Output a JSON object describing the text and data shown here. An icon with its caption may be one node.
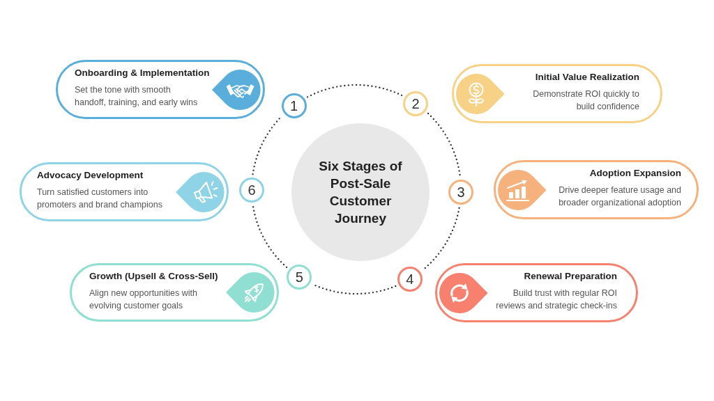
{
  "diagram": {
    "nodes": [
      {
        "text": [
          "Six Stages of Post-Sale Customer Journey"
        ]
      },
      {
        "text": [
          "1"
        ]
      },
      {
        "text": [
          "Onboarding & Implementation",
          "Set the tone with smooth handoff, training, and early wins"
        ]
      },
      {
        "text": [
          "2"
        ]
      },
      {
        "text": [
          "Initial Value Realization",
          "Demonstrate ROI quickly to build confidence"
        ]
      },
      {
        "text": [
          "3"
        ]
      },
      {
        "text": [
          "Adoption Expansion",
          "Drive deeper feature usage and broader organizational adoption"
        ]
      },
      {
        "text": [
          "4"
        ]
      },
      {
        "text": [
          "Renewal Preparation",
          "Build trust with regular ROI reviews and strategic check-ins"
        ]
      },
      {
        "text": [
          "5"
        ]
      },
      {
        "text": [
          "Growth (Upsell & Cross-Sell)",
          "Align new opportunities with evolving customer goals"
        ]
      },
      {
        "text": [
          "6"
        ]
      },
      {
        "text": [
          "Advocacy Development",
          "Turn satisfied customers into promoters and brand champions"
        ]
      }
    ],
    "edges": [
      {
        "from": 1,
        "to": 3,
        "arrow": "none",
        "style": "dashed"
      },
      {
        "from": 3,
        "to": 5,
        "arrow": "none",
        "style": "dashed"
      },
      {
        "from": 5,
        "to": 7,
        "arrow": "none",
        "style": "dashed"
      },
      {
        "from": 7,
        "to": 9,
        "arrow": "none",
        "style": "dashed"
      },
      {
        "from": 9,
        "to": 11,
        "arrow": "none",
        "style": "dashed"
      },
      {
        "from": 11,
        "to": 1,
        "arrow": "none",
        "style": "dashed"
      }
    ]
  }
}
